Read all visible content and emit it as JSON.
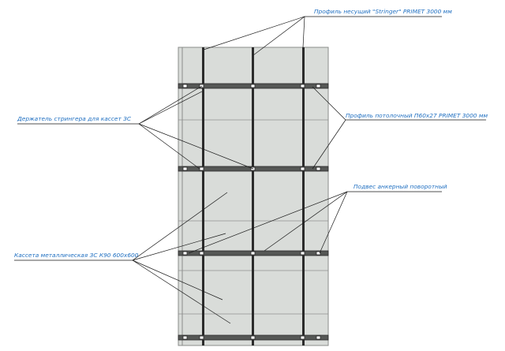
{
  "colors": {
    "panel": "#d9dcd9",
    "panel_edge": "#8a8c8a",
    "profile": "#2b2b2b",
    "label_text": "#1f6fc1",
    "leader": "#1a1a1a"
  },
  "labels": {
    "stringer_profile": "Профиль несущий \"Stringer\" PRIMET 3000 мм",
    "stringer_holder": "Держатель стрингера для кассет ЗС",
    "ceiling_profile": "Профиль потолочный П60х27 PRIMET 3000 мм",
    "anchor_hanger": "Подвес анкерный поворотный",
    "cassette": "Кассета металлическая ЗС К90 600х600"
  },
  "icons": {
    "connector": "bracket-icon"
  }
}
